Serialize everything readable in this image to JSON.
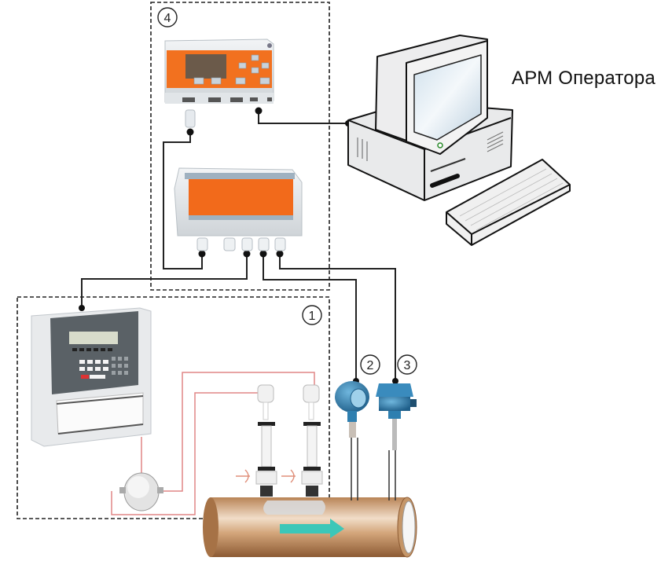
{
  "diagram": {
    "operator_label": "АРМ Оператора",
    "callouts": [
      {
        "id": "1",
        "label": "1"
      },
      {
        "id": "2",
        "label": "2"
      },
      {
        "id": "3",
        "label": "3"
      },
      {
        "id": "4",
        "label": "4"
      }
    ],
    "groups": [
      {
        "name": "ultrasonic-flowmeter-group",
        "callout": "1"
      },
      {
        "name": "controller-group",
        "callout": "4"
      }
    ],
    "components": [
      {
        "name": "controller-display-unit",
        "group": "4"
      },
      {
        "name": "junction-box",
        "group": "4"
      },
      {
        "name": "operator-workstation",
        "label": "АРМ Оператора"
      },
      {
        "name": "flowmeter-electronic-unit",
        "group": "1"
      },
      {
        "name": "ultrasonic-transducer-1",
        "group": "1"
      },
      {
        "name": "ultrasonic-transducer-2",
        "group": "1"
      },
      {
        "name": "pressure-transmitter",
        "callout": "2"
      },
      {
        "name": "temperature-transmitter",
        "callout": "3"
      },
      {
        "name": "pipeline"
      }
    ],
    "colors": {
      "orange_panel": "#f26a1b",
      "transmitter_blue": "#2e7fb0",
      "pipe_brown": "#c08a5c",
      "flow_arrow": "#3cc7b8",
      "signal_line_red": "#e07a7a",
      "wire_black": "#222222"
    }
  }
}
